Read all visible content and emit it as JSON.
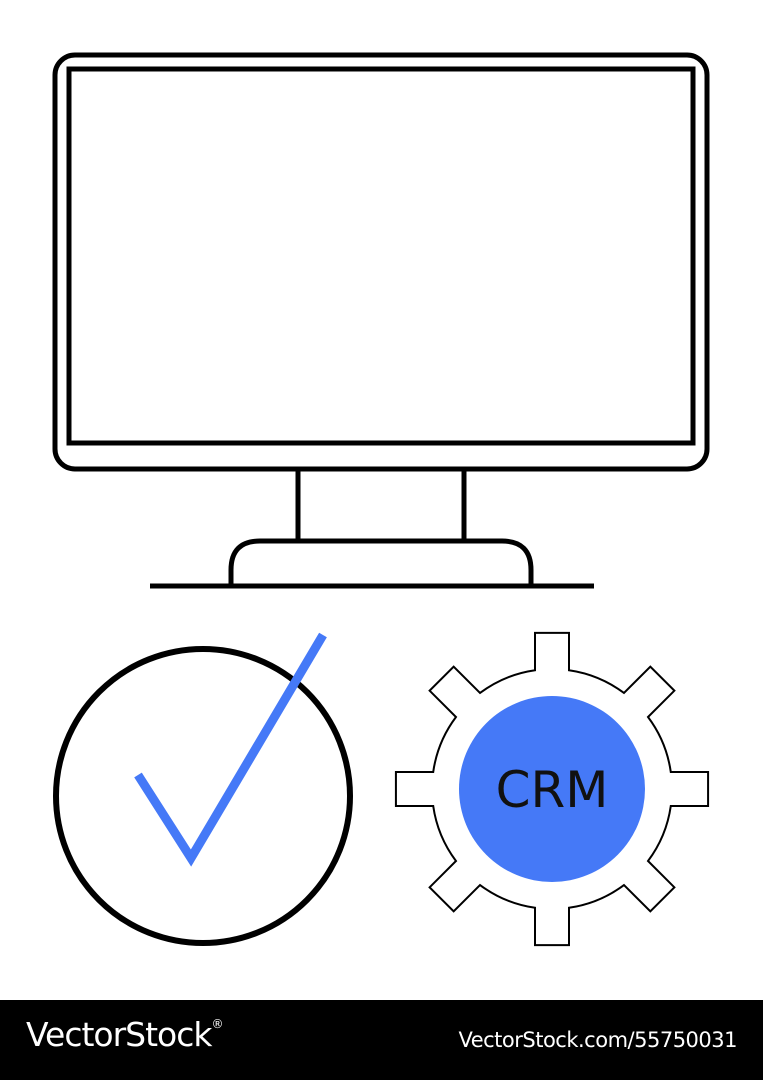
{
  "illustration": {
    "gear_label": "CRM",
    "icons": [
      "monitor-icon",
      "checkmark-circle-icon",
      "gear-icon"
    ],
    "colors": {
      "accent": "#4579f7",
      "stroke": "#000000",
      "background": "#ffffff"
    }
  },
  "footer": {
    "brand": "VectorStock",
    "brand_mark": "®",
    "image_id": "VectorStock.com/55750031",
    "background": "#000000"
  }
}
